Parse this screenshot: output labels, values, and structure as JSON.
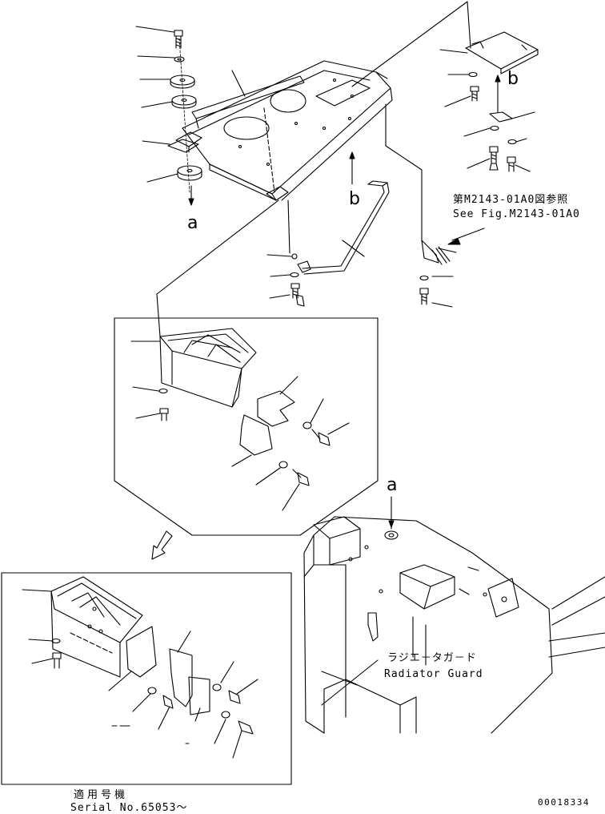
{
  "labels": {
    "view_arrow_a_bottom": "a",
    "view_arrow_b_center": "b",
    "view_arrow_b_right": "b",
    "view_arrow_a_lower": "a",
    "reference_jp": "第M2143-01A0図参照",
    "reference_en": "See Fig.M2143-01A0",
    "radiator_guard_jp": "ラジエ－タガ－ド",
    "radiator_guard_en": "Radiator Guard",
    "serial_jp": "適用号機",
    "serial_en": "Serial No.65053～",
    "drawing_number": "00018334"
  },
  "colors": {
    "line": "#000000",
    "background": "#ffffff"
  }
}
